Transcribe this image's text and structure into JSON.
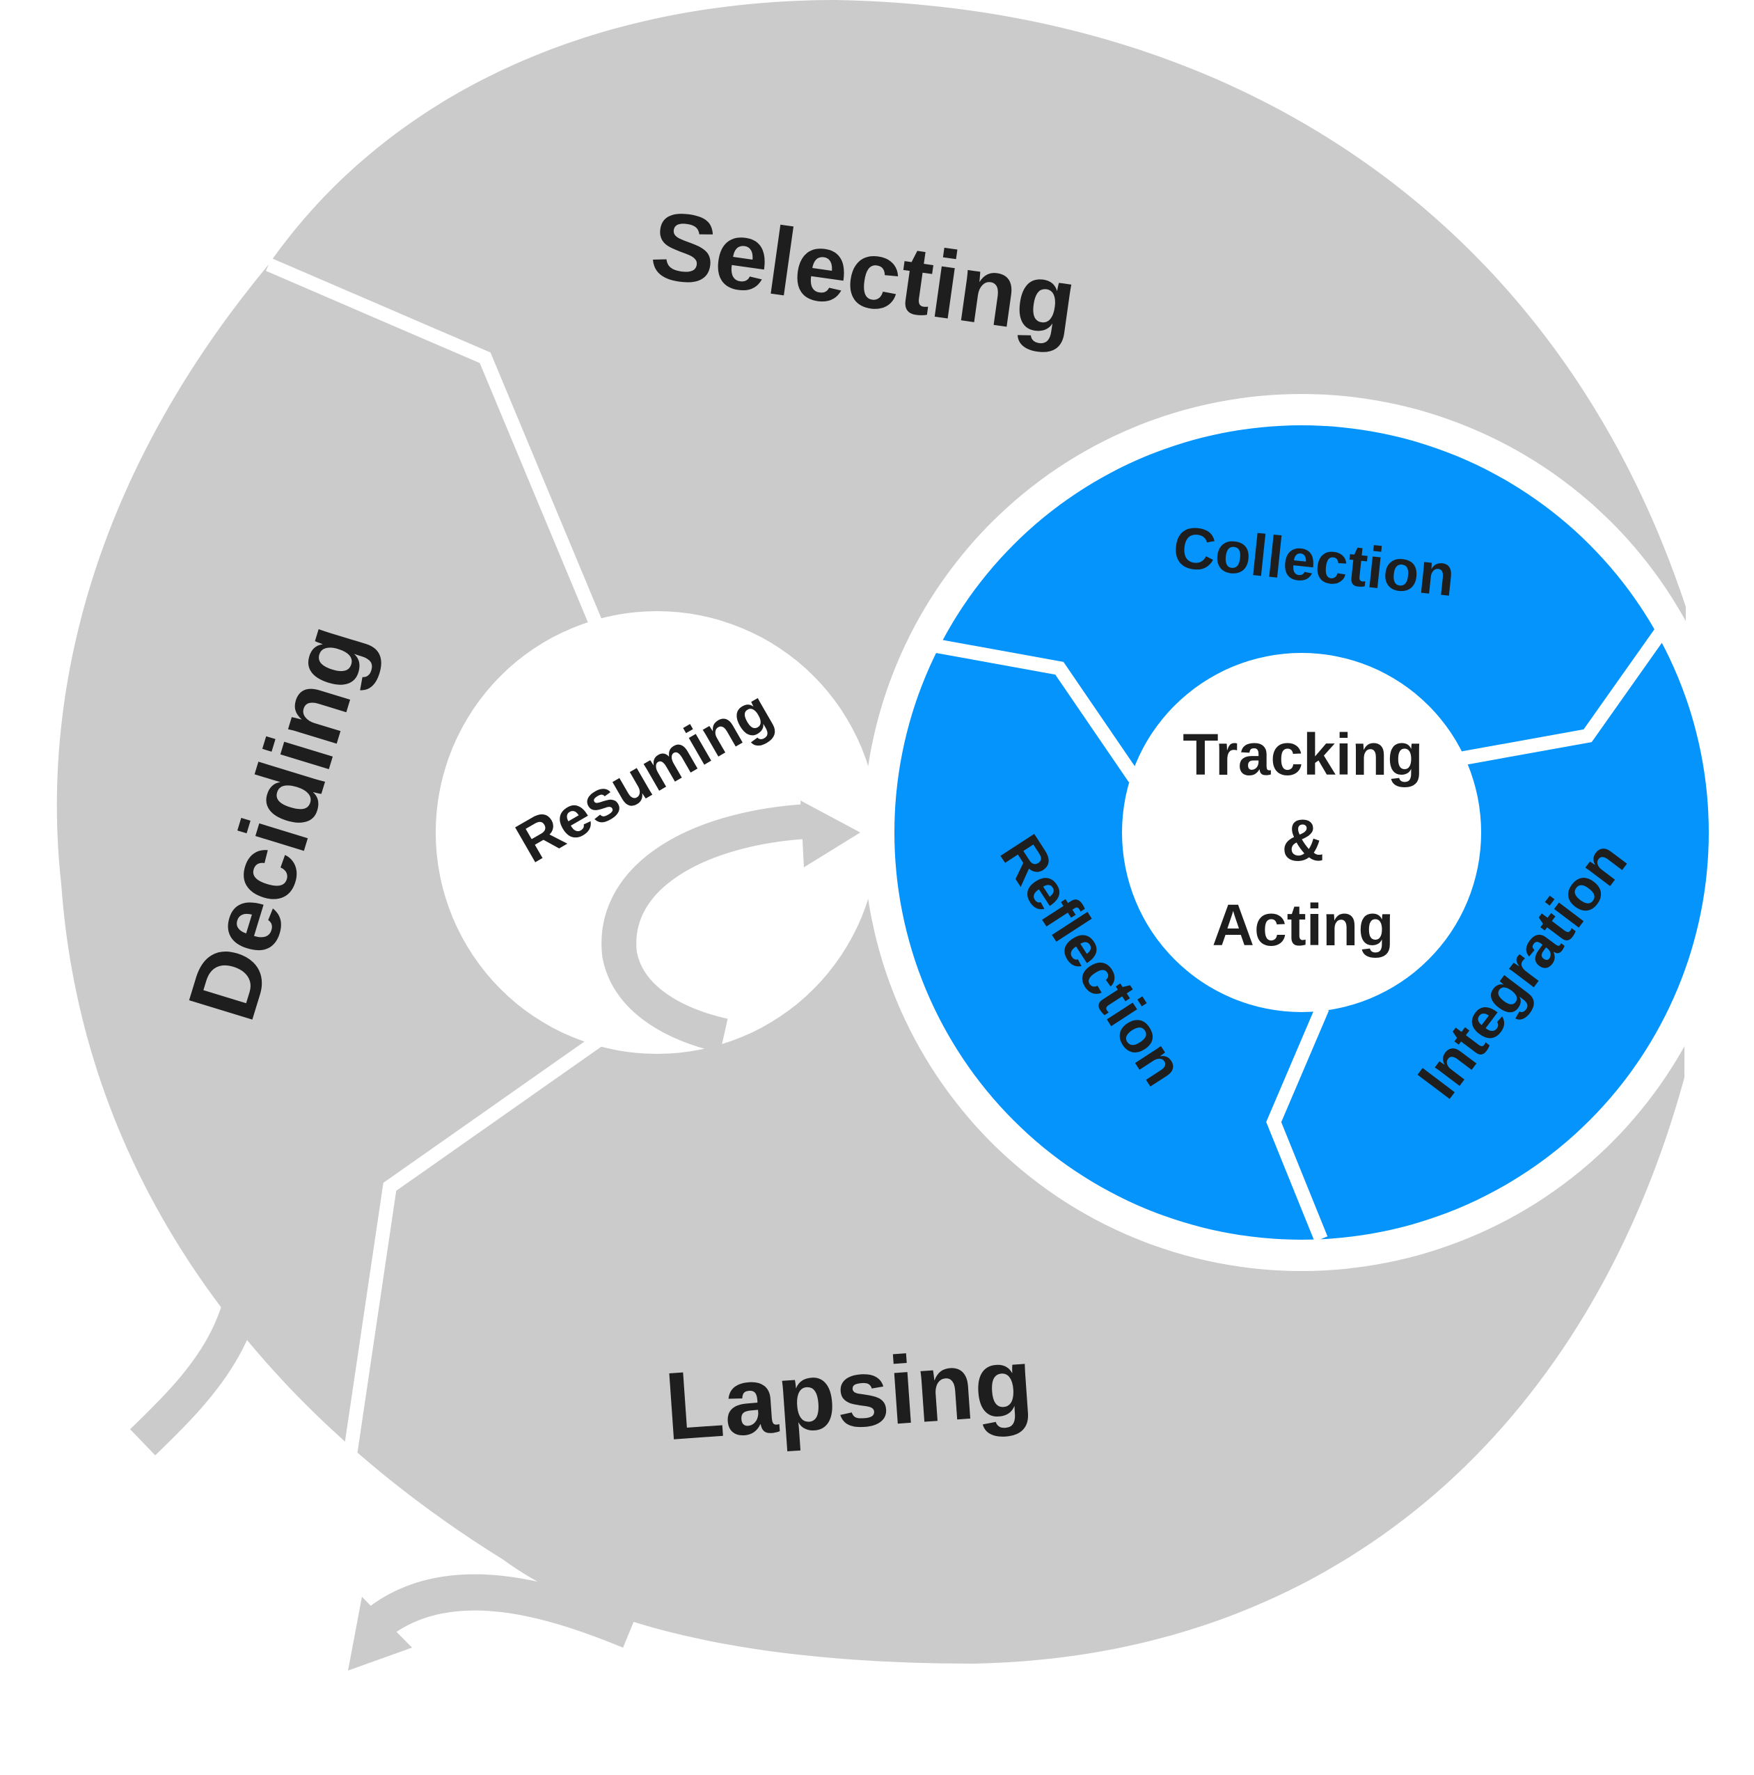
{
  "diagram": {
    "outer_stages": {
      "selecting": "Selecting",
      "deciding": "Deciding",
      "lapsing": "Lapsing"
    },
    "resuming": "Resuming",
    "inner_stages": {
      "collection": "Collection",
      "reflection": "Reflection",
      "integration": "Integration"
    },
    "core": {
      "line1": "Tracking",
      "line2": "&",
      "line3": "Acting"
    },
    "colors": {
      "outer_fill": "#cbcbcb",
      "inner_fill": "#0494fc",
      "divider": "#ffffff",
      "text": "#1e1e1e"
    }
  }
}
